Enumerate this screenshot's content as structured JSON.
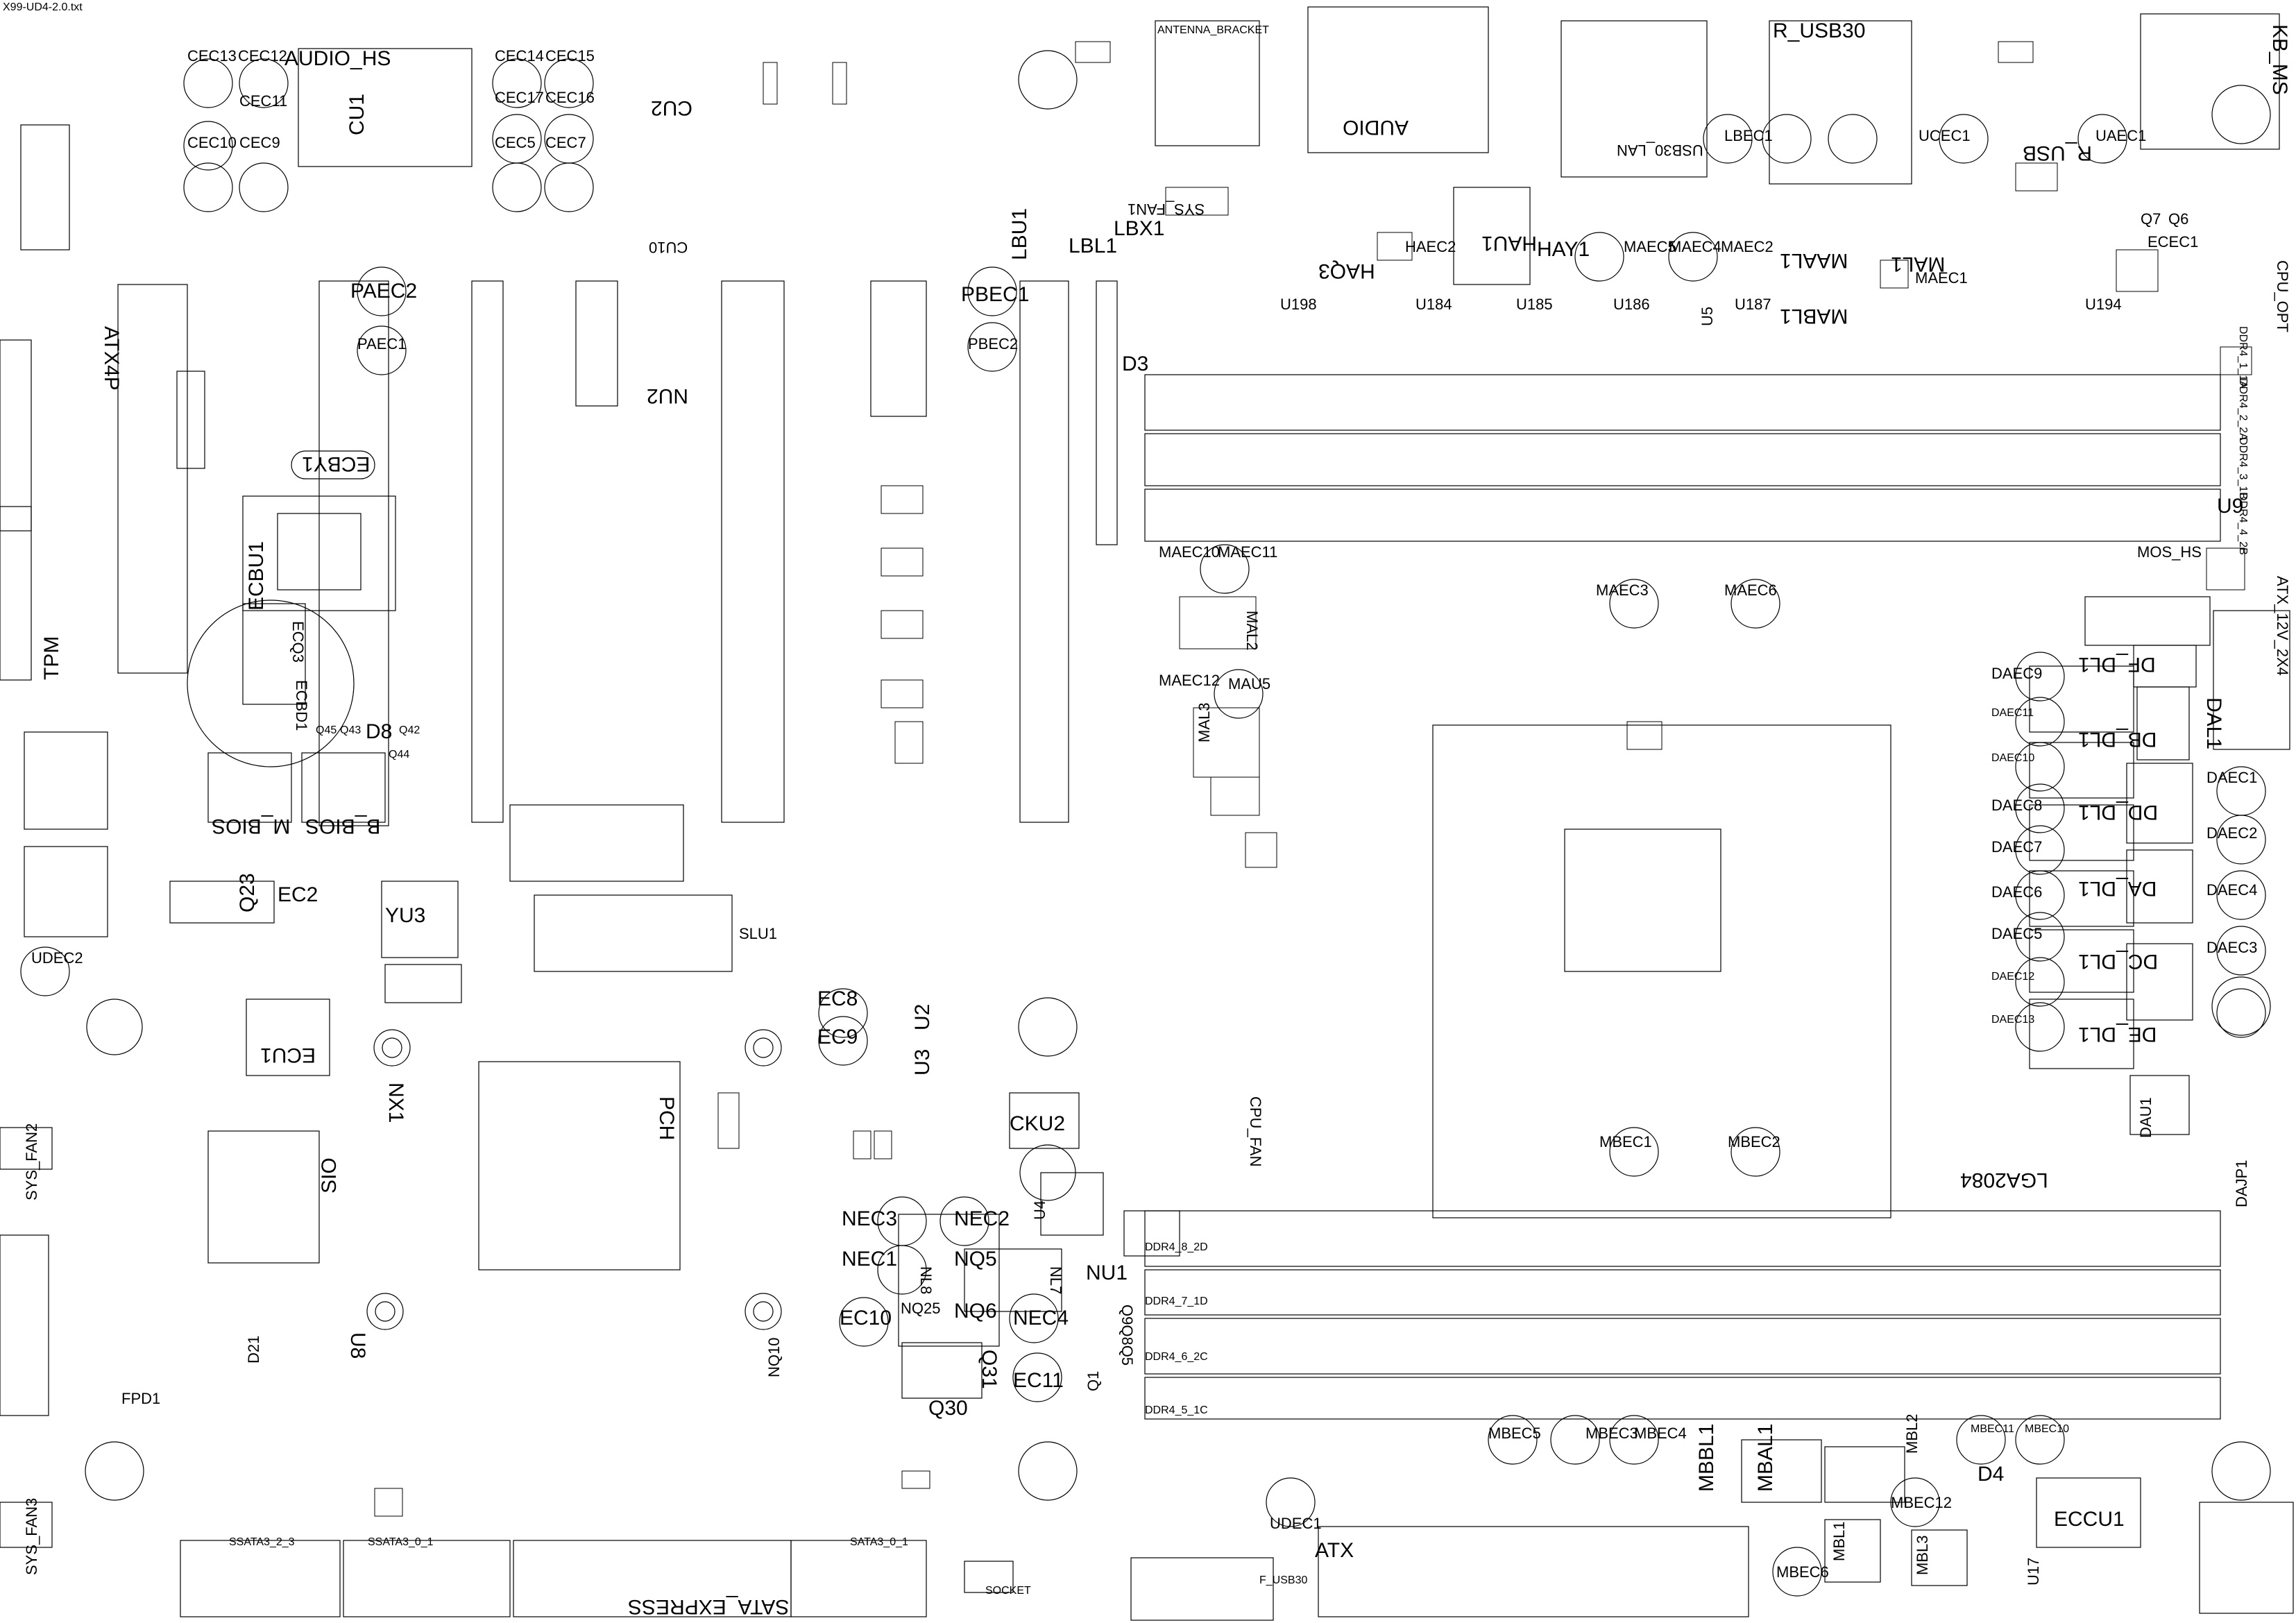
{
  "file": {
    "title": "X99-UD4-2.0.txt"
  },
  "labels": {
    "audio_hs": "AUDIO_HS",
    "cec13": "CEC13",
    "cec12": "CEC12",
    "cec11": "CEC11",
    "cec10": "CEC10",
    "cec9": "CEC9",
    "cec14": "CEC14",
    "cec15": "CEC15",
    "cec17": "CEC17",
    "cec16": "CEC16",
    "cec5": "CEC5",
    "cec7": "CEC7",
    "cu1": "CU1",
    "cu2": "CU2",
    "cu10": "CU10",
    "antenna_bracket": "ANTENNA_BRACKET",
    "audio": "AUDIO",
    "r_usb30": "R_USB30",
    "usb30_lan": "USB30_LAN",
    "kb_ms": "KB_MS",
    "r_usb": "R_USB",
    "lbec1": "LBEC1",
    "ucec1": "UCEC1",
    "uaec1": "UAEC1",
    "q7": "Q7",
    "q6": "Q6",
    "ecec1": "ECEC1",
    "cpu_opt": "CPU_OPT",
    "atx4p": "ATX4P",
    "tpm": "TPM",
    "paec2": "PAEC2",
    "paec1": "PAEC1",
    "pbec1": "PBEC1",
    "pbec2": "PBEC2",
    "lbu1": "LBU1",
    "lbl1": "LBL1",
    "lbx1": "LBX1",
    "sys_fan1": "SYS_FAN1",
    "hau1": "HAU1",
    "hay1": "HAY1",
    "haq3": "HAQ3",
    "haec2": "HAEC2",
    "maec5": "MAEC5",
    "maec4": "MAEC4",
    "maec2": "MAEC2",
    "maal1": "MAAL1",
    "mabl1": "MABL1",
    "mal1": "MAL1",
    "maec1": "MAEC1",
    "u198": "U198",
    "u184": "U184",
    "u185": "U185",
    "u186": "U186",
    "u187": "U187",
    "u194": "U194",
    "u5": "U5",
    "nu2": "NU2",
    "d3": "D3",
    "ecby1": "ECBY1",
    "ecbu1": "ECBU1",
    "ecq3": "ECQ3",
    "ecbd1": "ECBD1",
    "q45": "Q45",
    "q43": "Q43",
    "q42": "Q42",
    "q44": "Q44",
    "d8": "D8",
    "m_bios": "M_BIOS",
    "b_bios": "B_BIOS",
    "q23": "Q23",
    "ec2": "EC2",
    "yu3": "YU3",
    "slu1": "SLU1",
    "udec2": "UDEC2",
    "ecu1": "ECU1",
    "maec10": "MAEC10",
    "maec11": "MAEC11",
    "maec12": "MAEC12",
    "mal2": "MAL2",
    "mal3": "MAL3",
    "mau5": "MAU5",
    "maec3": "MAEC3",
    "maec6": "MAEC6",
    "u9": "U9",
    "mos_hs": "MOS_HS",
    "atx_12v_2x4": "ATX_12V_2X4",
    "daec9": "DAEC9",
    "df_dl1": "DF_DL1",
    "daec11": "DAEC11",
    "db_dl1": "DB_DL1",
    "daec10": "DAEC10",
    "dal1": "DAL1",
    "daec1": "DAEC1",
    "daec8": "DAEC8",
    "dd_dl1": "DD_DL1",
    "daec7": "DAEC7",
    "daec2": "DAEC2",
    "daec6": "DAEC6",
    "da_dl1": "DA_DL1",
    "daec4": "DAEC4",
    "daec5": "DAEC5",
    "dc_dl1": "DC_DL1",
    "daec3": "DAEC3",
    "daec12": "DAEC12",
    "daec13": "DAEC13",
    "de_dl1": "DE_DL1",
    "dau1": "DAU1",
    "dajp1": "DAJP1",
    "lga2084": "LGA2084",
    "ec8": "EC8",
    "ec9": "EC9",
    "u3": "U3",
    "u2": "U2",
    "cku2": "CKU2",
    "nx1": "NX1",
    "pch": "PCH",
    "sio": "SIO",
    "sys_fan2": "SYS_FAN2",
    "cpu_fan": "CPU_FAN",
    "mbec1": "MBEC1",
    "mbec2": "MBEC2",
    "nec3": "NEC3",
    "nec2": "NEC2",
    "nec1": "NEC1",
    "nq5": "NQ5",
    "u4": "U4",
    "nl8": "NL8",
    "nl7": "NL7",
    "nu1": "NU1",
    "q9q8q5": "Q9Q8Q5",
    "ec10": "EC10",
    "nq25": "NQ25",
    "nq6": "NQ6",
    "nec4": "NEC4",
    "q31": "Q31",
    "ec11": "EC11",
    "q1": "Q1",
    "q30": "Q30",
    "nq10": "NQ10",
    "u8": "U8",
    "d21": "D21",
    "fpd1": "FPD1",
    "sys_fan3": "SYS_FAN3",
    "ssata3_2_3": "SSATA3_2_3",
    "ssata3_0_1": "SSATA3_0_1",
    "sata3_0_1": "SATA3_0_1",
    "sata_express": "SATA_EXPRESS",
    "socket": "SOCKET",
    "f_usb30": "F_USB30",
    "udec1": "UDEC1",
    "atx": "ATX",
    "mbec5": "MBEC5",
    "mbec3": "MBEC3",
    "mbec4": "MBEC4",
    "mbbl1": "MBBL1",
    "mbal1": "MBAL1",
    "mbl2": "MBL2",
    "mbec11": "MBEC11",
    "mbec10": "MBEC10",
    "d4": "D4",
    "mbec12": "MBEC12",
    "ecc1": "ECCU1",
    "mbec6": "MBEC6",
    "mbl1": "MBL1",
    "mbl3": "MBL3",
    "u17": "U17",
    "ddr4_8_2d": "DDR4_8_2D",
    "ddr4_7_1d": "DDR4_7_1D",
    "ddr4_6_2c": "DDR4_6_2C",
    "ddr4_5_1c": "DDR4_5_1C",
    "ddr4_1_1a": "DDR4_1_1A",
    "ddr4_2_2a": "DDR4_2_2A",
    "ddr4_3_1b": "DDR4_3_1B",
    "ddr4_4_2b": "DDR4_4_2B"
  },
  "colors": {
    "line": "#000000",
    "fill": "#ffffff",
    "bg": "#ffffff"
  }
}
